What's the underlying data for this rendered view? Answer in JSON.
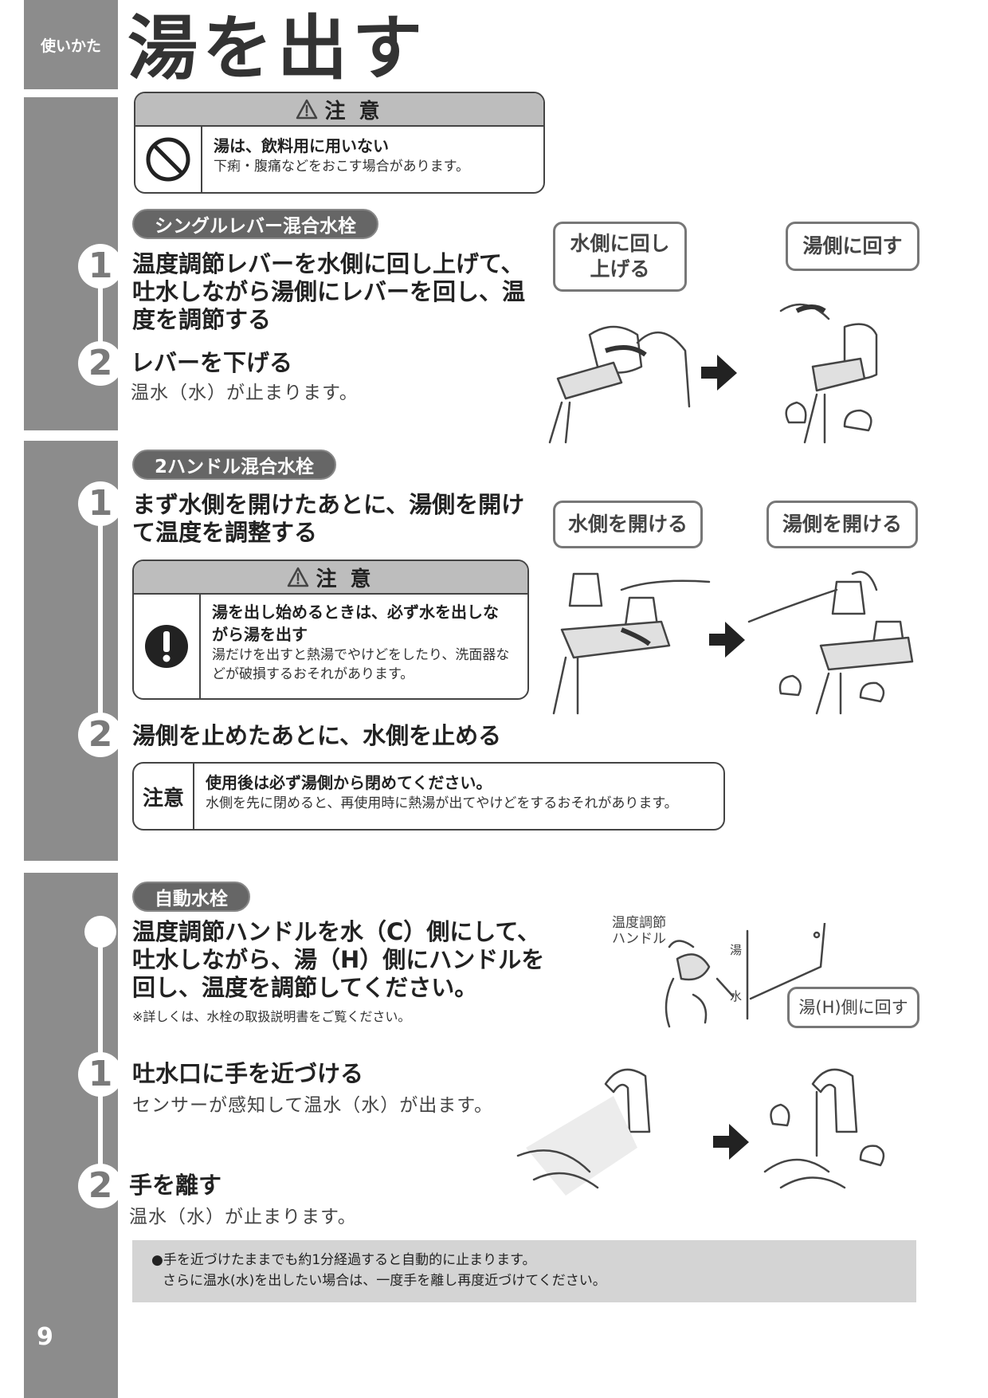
{
  "header": {
    "section_label": "使いかた",
    "title": "湯を出す"
  },
  "caution1": {
    "heading": "注 意",
    "main": "湯は、飲料用に用いない",
    "sub": "下痢・腹痛などをおこす場合があります。"
  },
  "single_lever": {
    "pill": "シングルレバー混合水栓",
    "step1_num": "1",
    "step1_title": "温度調節レバーを水側に回し上げて、吐水しながら湯側にレバーを回し、温度を調節する",
    "step2_num": "2",
    "step2_title": "レバーを下げる",
    "step2_desc": "温水（水）が止まります。",
    "bubble_left": "水側に回し上げる",
    "bubble_right": "湯側に回す"
  },
  "two_handle": {
    "pill": "2ハンドル混合水栓",
    "step1_num": "1",
    "step1_title": "まず水側を開けたあとに、湯側を開けて温度を調整する",
    "caution_heading": "注 意",
    "caution_main": "湯を出し始めるときは、必ず水を出しながら湯を出す",
    "caution_sub": "湯だけを出すと熱湯でやけどをしたり、洗面器などが破損するおそれがあります。",
    "bubble_left": "水側を開ける",
    "bubble_right": "湯側を開ける",
    "step2_num": "2",
    "step2_title": "湯側を止めたあとに、水側を止める",
    "notice_label": "注意",
    "notice_main": "使用後は必ず湯側から閉めてください。",
    "notice_sub": "水側を先に閉めると、再使用時に熱湯が出てやけどをするおそれがあります。"
  },
  "auto_faucet": {
    "pill": "自動水栓",
    "intro_title": "温度調節ハンドルを水（C）側にして、吐水しながら、湯（H）側にハンドルを回し、温度を調節してください。",
    "intro_note": "※詳しくは、水栓の取扱説明書をご覧ください。",
    "diagram_label": "温度調節ハンドル",
    "diagram_hot": "湯",
    "diagram_cold": "水",
    "bubble": "湯(H)側に回す",
    "step1_num": "1",
    "step1_title": "吐水口に手を近づける",
    "step1_desc": "センサーが感知して温水（水）が出ます。",
    "step2_num": "2",
    "step2_title": "手を離す",
    "step2_desc": "温水（水）が止まります。",
    "note_line1": "●手を近づけたままでも約1分経過すると自動的に止まります。",
    "note_line2": "さらに温水(水)を出したい場合は、一度手を離し再度近づけてください。"
  },
  "footer": {
    "page_number": "9"
  }
}
